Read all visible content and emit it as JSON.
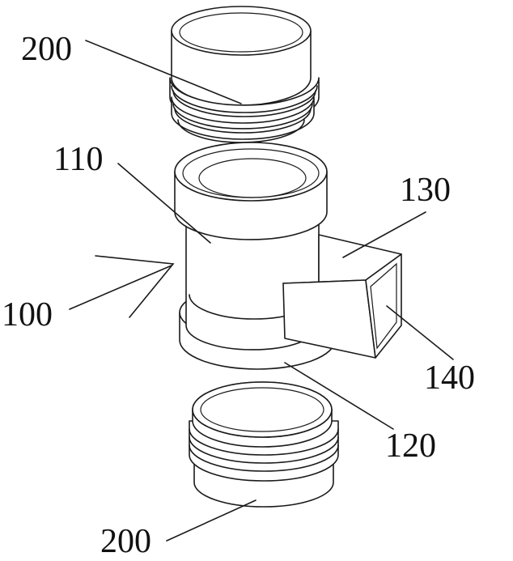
{
  "labels": {
    "top_fitting": "200",
    "bottom_fitting": "200",
    "main_pipe": "110",
    "lower_ring": "120",
    "side_branch": "130",
    "branch_opening": "140",
    "assembly": "100"
  }
}
